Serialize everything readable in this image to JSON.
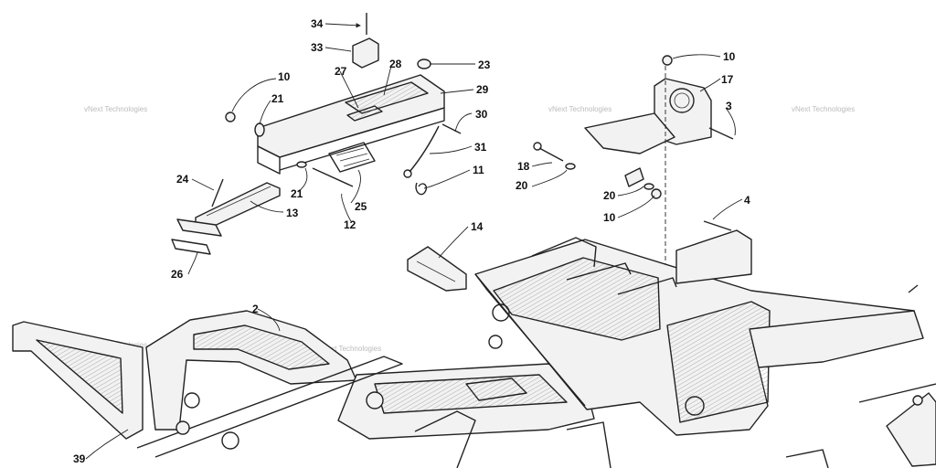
{
  "callouts": [
    "34",
    "33",
    "27",
    "28",
    "23",
    "29",
    "10",
    "21",
    "30",
    "31",
    "11",
    "24",
    "21",
    "25",
    "12",
    "13",
    "26",
    "14",
    "10",
    "17",
    "3",
    "18",
    "20",
    "20",
    "10",
    "4",
    "2",
    "39"
  ],
  "watermark_text": "vNext Technologies",
  "colors": {
    "line": "#222222",
    "shade": "#cfcfcf",
    "background": "#ffffff",
    "watermark": "#bbbbbb"
  }
}
